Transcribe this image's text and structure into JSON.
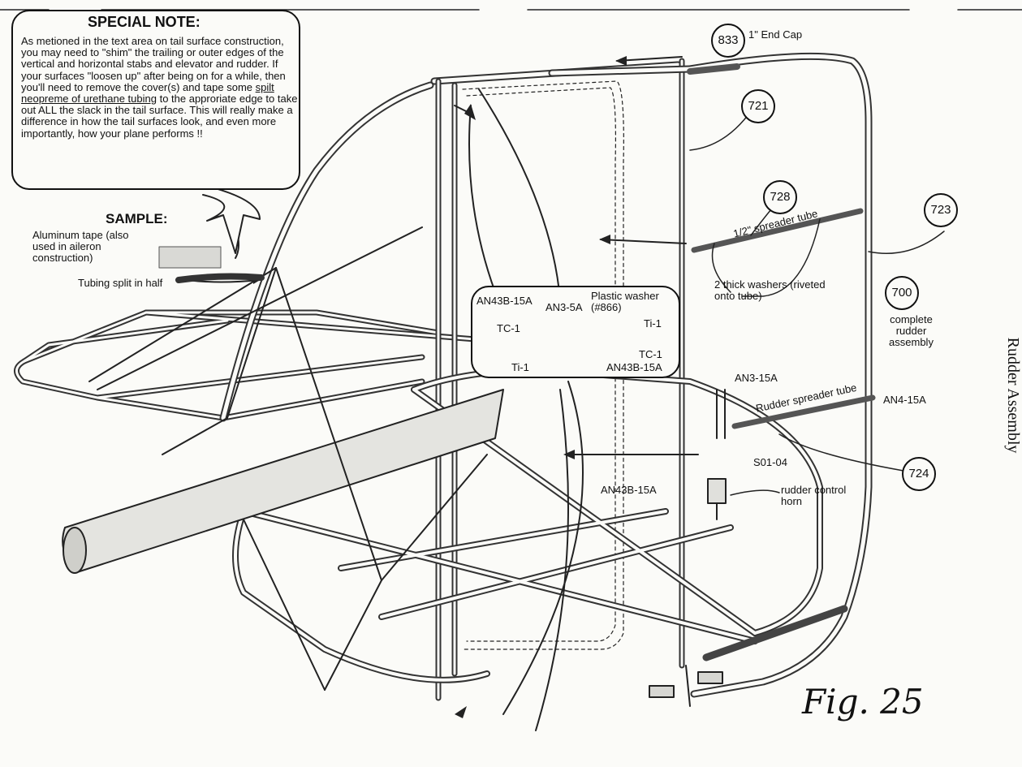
{
  "special_note": {
    "title": "SPECIAL NOTE:",
    "body_1": "As metioned in the text area on tail surface construction, you may need to \"shim\" the trailing or outer edges of the vertical and horizontal stabs and elevator and rudder. If your surfaces \"loosen up\" after being on for a while, then you'll need to remove the cover(s) and tape some ",
    "body_underlined": "spilt neopreme of urethane tubing",
    "body_2": " to the approriate edge to take out ALL the slack in the tail surface. This will really make a difference in how the tail surfaces look,  and even more importantly, how your plane performs !!"
  },
  "sample": {
    "title": "SAMPLE:",
    "aluminum_tape": "Aluminum tape (also used in aileron construction)",
    "tubing_split": "Tubing split in half"
  },
  "callouts": {
    "end_cap_number": "833",
    "end_cap_label": "1\" End Cap",
    "part_721": "721",
    "part_728": "728",
    "spreader_half_inch": "1/2\" spreader tube",
    "part_723": "723",
    "washers": "2 thick washers (riveted onto tube)",
    "part_700": "700",
    "rudder_assembly_label": "complete rudder assembly",
    "an3_15a": "AN3-15A",
    "rudder_spreader_tube": "Rudder spreader tube",
    "an4_15a": "AN4-15A",
    "s01_04": "S01-04",
    "part_724": "724",
    "an43b_15a_lower": "AN43B-15A",
    "control_horn": "rudder control horn"
  },
  "detail": {
    "an43b_15a_top": "AN43B-15A",
    "an3_5a": "AN3-5A",
    "plastic_washer": "Plastic washer (#866)",
    "tc1_left": "TC-1",
    "ti1_right": "Ti-1",
    "tc1_right": "TC-1",
    "ti1_left": "Ti-1",
    "an43b_15a_bottom": "AN43B-15A"
  },
  "figure_label": "Fig. 25",
  "side_title": "Rudder Assembly"
}
